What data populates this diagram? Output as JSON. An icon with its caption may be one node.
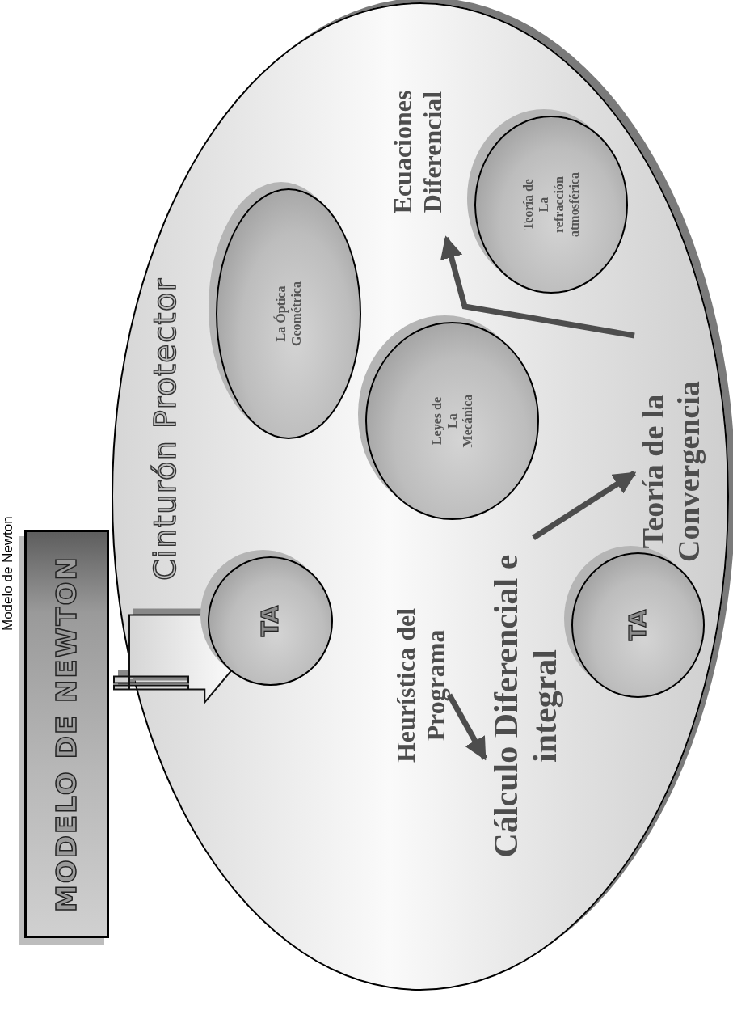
{
  "diagram": {
    "nodes": [
      {
        "text": [
          "MODELO DE NEWTON"
        ],
        "beside": [
          "Modelo de Newton"
        ]
      },
      {
        "text": [
          "Cinturón Protector"
        ]
      },
      {
        "text": [
          "TA"
        ],
        "in": 1
      },
      {
        "text": [
          "La Óptica Geométrica"
        ],
        "in": 1
      },
      {
        "text": [
          "Leyes de La Mecánica"
        ],
        "in": 1
      },
      {
        "text": [
          "Teoría de La refracción atmosférica"
        ],
        "in": 1
      },
      {
        "text": [
          "Heurística del Programa"
        ],
        "in": 1
      },
      {
        "text": [
          "Ecuaciones Diferencial"
        ],
        "in": 1
      },
      {
        "text": [
          "Cálculo Diferencial e integral"
        ],
        "in": 1
      },
      {
        "text": [
          "TA"
        ],
        "in": 1
      },
      {
        "text": [
          "Teoría de la Convergencia"
        ],
        "in": 1
      }
    ],
    "edges": [
      {
        "from": 0,
        "to": 1,
        "arrow": "to",
        "style": "thick"
      },
      {
        "from": 6,
        "to": 8,
        "arrow": "to"
      },
      {
        "from": 8,
        "to": 10,
        "arrow": "to"
      },
      {
        "from": 10,
        "to": 7,
        "arrow": "to"
      }
    ]
  }
}
